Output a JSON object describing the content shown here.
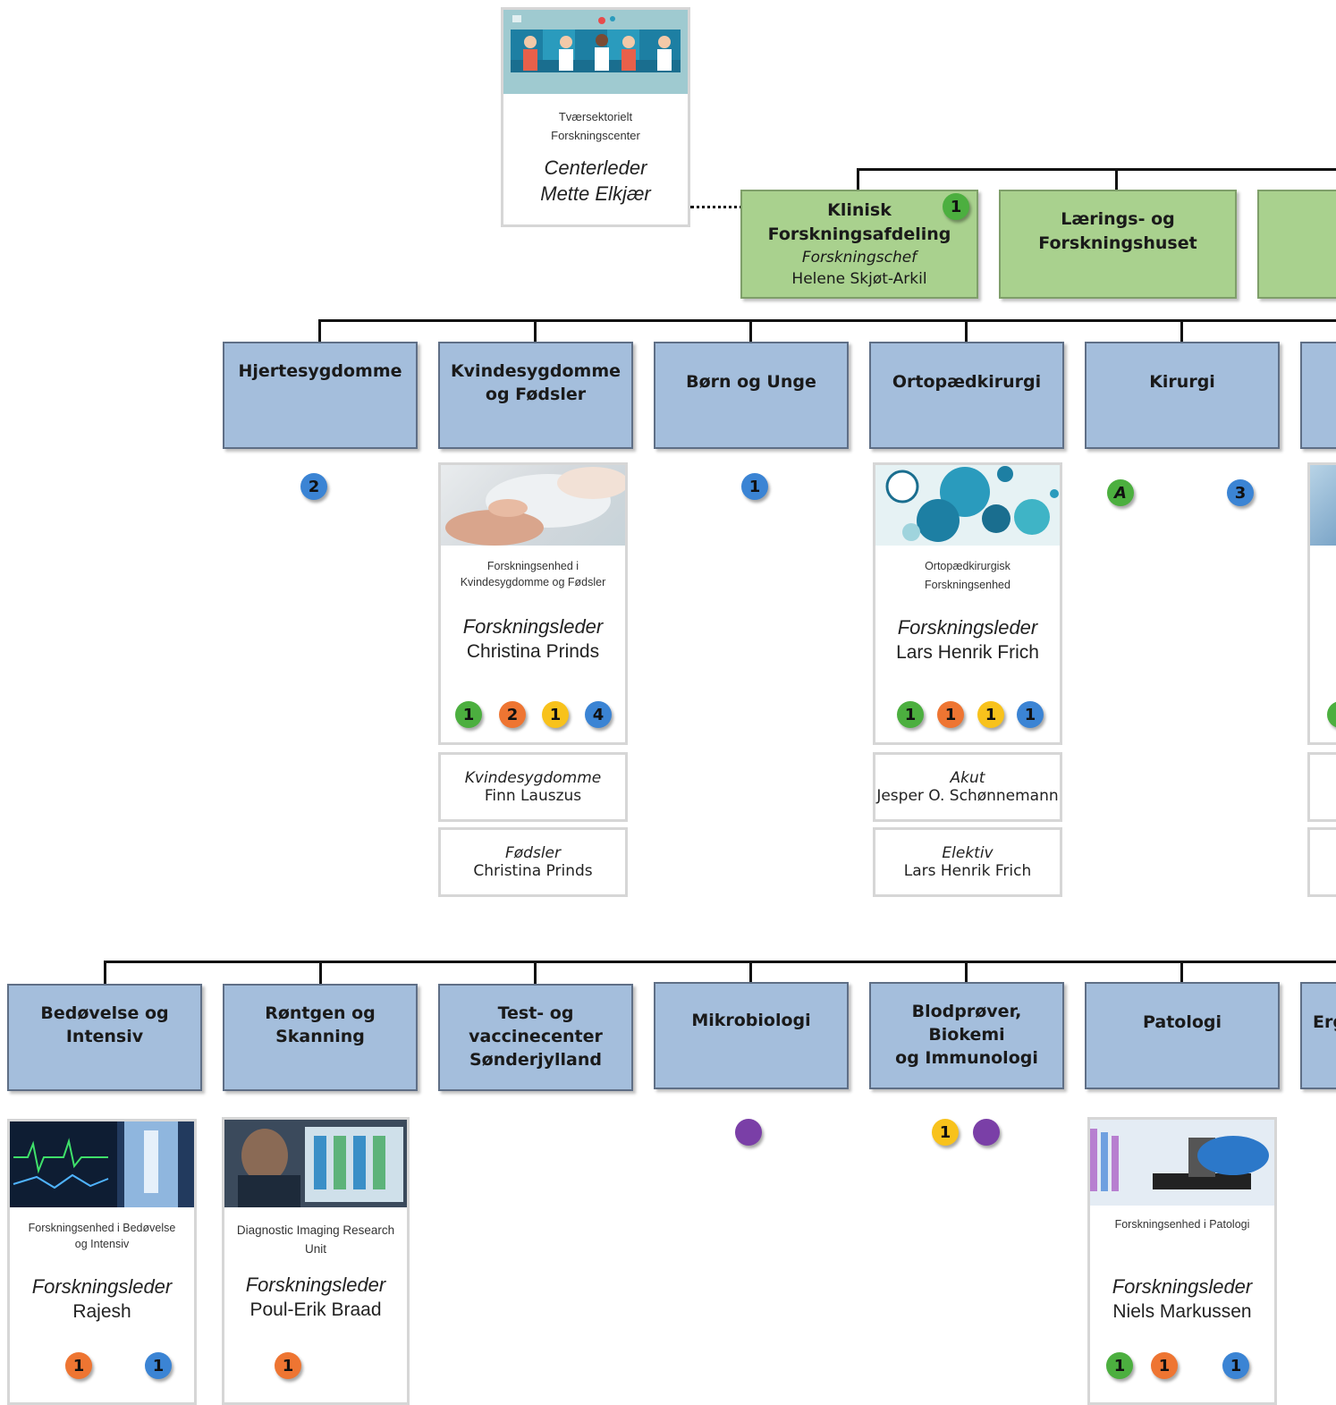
{
  "center": {
    "line1": "Tværsektorielt",
    "line2": "Forskningscenter",
    "role": "Centerleder",
    "name": "Mette Elkjær"
  },
  "top": {
    "klinisk": {
      "line1": "Klinisk",
      "line2": "Forskningsafdeling",
      "role": "Forskningschef",
      "name": "Helene Skjøt-Arkil",
      "badge": "1"
    },
    "laerings": {
      "line1": "Lærings- og",
      "line2": "Forskningshuset"
    }
  },
  "row1": {
    "hjerte": {
      "label": "Hjertesygdomme",
      "badge": "2"
    },
    "kvinde": {
      "line1": "Kvindesygdomme",
      "line2": "og Fødsler"
    },
    "born": {
      "label": "Børn og Unge",
      "badge": "1"
    },
    "orto": {
      "label": "Ortopædkirurgi"
    },
    "kirurgi": {
      "label": "Kirurgi",
      "badge_a": "A",
      "badge_b": "3"
    }
  },
  "kvinde_card": {
    "cap1": "Forskningsenhed i",
    "cap2": "Kvindesygdomme og Fødsler",
    "role": "Forskningsleder",
    "name": "Christina Prinds",
    "badges": [
      "1",
      "2",
      "1",
      "4"
    ],
    "sub1": {
      "role": "Kvindesygdomme",
      "name": "Finn Lauszus"
    },
    "sub2": {
      "role": "Fødsler",
      "name": "Christina Prinds"
    }
  },
  "orto_card": {
    "cap1": "Ortopædkirurgisk",
    "cap2": "Forskningsenhed",
    "role": "Forskningsleder",
    "name": "Lars Henrik Frich",
    "badges": [
      "1",
      "1",
      "1",
      "1"
    ],
    "sub1": {
      "role": "Akut",
      "name": "Jesper O. Schønnemann"
    },
    "sub2": {
      "role": "Elektiv",
      "name": "Lars Henrik Frich"
    }
  },
  "row2": {
    "bedov": {
      "label": "Bedøvelse og Intensiv"
    },
    "rontgen": {
      "label": "Røntgen og Skanning"
    },
    "test": {
      "line1": "Test- og vaccinecenter",
      "line2": "Sønderjylland"
    },
    "mikro": {
      "label": "Mikrobiologi"
    },
    "blod": {
      "line1": "Blodprøver, Biokemi",
      "line2": "og Immunologi",
      "badge": "1"
    },
    "patologi": {
      "label": "Patologi"
    },
    "partial": {
      "label": "Erg"
    }
  },
  "bedov_card": {
    "cap1": "Forskningsenhed i Bedøvelse",
    "cap2": "og Intensiv",
    "role": "Forskningsleder",
    "name": "Rajesh",
    "badges": [
      "1",
      "1"
    ]
  },
  "rontgen_card": {
    "cap1": "Diagnostic Imaging Research",
    "cap2": "Unit",
    "role": "Forskningsleder",
    "name": "Poul-Erik Braad",
    "badges": [
      "1"
    ]
  },
  "patologi_card": {
    "cap1": "Forskningsenhed i Patologi",
    "role": "Forskningsleder",
    "name": "Niels Markussen",
    "badges": [
      "1",
      "1",
      "1"
    ]
  },
  "colors": {
    "green_box": "#a9d18e",
    "blue_box": "#a4bedc",
    "badge_green": "#4caf3f",
    "badge_orange": "#ee7532",
    "badge_yellow": "#f8c21c",
    "badge_blue": "#3b84d4",
    "badge_purple": "#7a3fa7"
  }
}
